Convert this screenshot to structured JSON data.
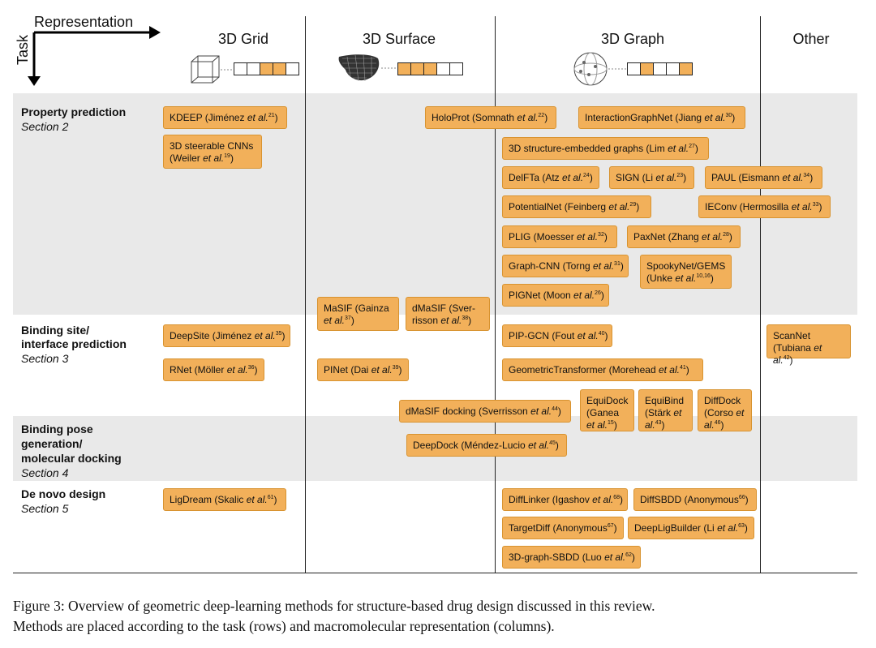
{
  "axis": {
    "representation": "Representation",
    "task": "Task"
  },
  "columns": {
    "grid": "3D Grid",
    "surface": "3D Surface",
    "graph": "3D Graph",
    "other": "Other"
  },
  "rows": {
    "property": {
      "title": "Property prediction",
      "section": "Section 2"
    },
    "binding_site": {
      "title1": "Binding site/",
      "title2": "interface prediction",
      "section": "Section 3"
    },
    "binding_pose": {
      "title1": "Binding pose",
      "title2": "generation/",
      "title3": "molecular docking",
      "section": "Section 4"
    },
    "denovo": {
      "title": "De novo design",
      "section": "Section 5"
    }
  },
  "methods": {
    "kdeep": {
      "name": "KDEEP (Jiménez ",
      "etal": "et al.",
      "ref": "21",
      "close": ")"
    },
    "steerable": {
      "name": "3D steerable CNNs (Weiler ",
      "etal": "et al.",
      "ref": "19",
      "close": ")"
    },
    "holoprot": {
      "name": "HoloProt (Somnath ",
      "etal": "et al.",
      "ref": "22",
      "close": ")"
    },
    "interactiongraphnet": {
      "name": "InteractionGraphNet (Jiang ",
      "etal": "et al.",
      "ref": "30",
      "close": ")"
    },
    "structgraphs": {
      "name": "3D structure-embedded graphs (Lim ",
      "etal": "et al.",
      "ref": "27",
      "close": ")"
    },
    "delfta": {
      "name": "DelFTa (Atz ",
      "etal": "et al.",
      "ref": "24",
      "close": ")"
    },
    "sign": {
      "name": "SIGN (Li ",
      "etal": "et al.",
      "ref": "23",
      "close": ")"
    },
    "paul": {
      "name": "PAUL (Eismann ",
      "etal": "et al.",
      "ref": "34",
      "close": ")"
    },
    "potentialnet": {
      "name": "PotentialNet (Feinberg ",
      "etal": "et al.",
      "ref": "29",
      "close": ")"
    },
    "ieconv": {
      "name": "IEConv (Hermosilla ",
      "etal": "et al.",
      "ref": "33",
      "close": ")"
    },
    "plig": {
      "name": "PLIG (Moesser ",
      "etal": "et al.",
      "ref": "32",
      "close": ")"
    },
    "paxnet": {
      "name": "PaxNet (Zhang ",
      "etal": "et al.",
      "ref": "28",
      "close": ")"
    },
    "graphcnn": {
      "name": "Graph-CNN (Torng ",
      "etal": "et al.",
      "ref": "31",
      "close": ")"
    },
    "spookynet": {
      "name": "SpookyNet/GEMS (Unke ",
      "etal": "et al.",
      "ref": "10,16",
      "close": ")"
    },
    "pignet": {
      "name": "PIGNet (Moon ",
      "etal": "et al.",
      "ref": "26",
      "close": ")"
    },
    "masif": {
      "name": "MaSIF (Gainza ",
      "etal": "et al.",
      "ref": "37",
      "close": ")"
    },
    "dmasif": {
      "name": "dMaSIF (Sver-risson ",
      "etal": "et al.",
      "ref": "38",
      "close": ")"
    },
    "deepsite": {
      "name": "DeepSite (Jiménez ",
      "etal": "et al.",
      "ref": "35",
      "close": ")"
    },
    "pipgcn": {
      "name": "PIP-GCN (Fout ",
      "etal": "et al.",
      "ref": "40",
      "close": ")"
    },
    "scannet": {
      "name": "ScanNet (Tubiana ",
      "etal": "et al.",
      "ref": "42",
      "close": ")"
    },
    "rnet": {
      "name": "RNet (Möller ",
      "etal": "et al.",
      "ref": "36",
      "close": ")"
    },
    "pinet": {
      "name": "PINet (Dai ",
      "etal": "et al.",
      "ref": "39",
      "close": ")"
    },
    "geomtransformer": {
      "name": "GeometricTransformer (Morehead ",
      "etal": "et al.",
      "ref": "41",
      "close": ")"
    },
    "dmasifdocking": {
      "name": "dMaSIF docking (Sverrisson ",
      "etal": "et al.",
      "ref": "44",
      "close": ")"
    },
    "equidock": {
      "name": "EquiDock (Ganea ",
      "etal": "et al.",
      "ref": "15",
      "close": ")"
    },
    "equibind": {
      "name": "EquiBind (Stärk ",
      "etal": "et al.",
      "ref": "43",
      "close": ")"
    },
    "diffdock": {
      "name": "DiffDock (Corso ",
      "etal": "et al.",
      "ref": "46",
      "close": ")"
    },
    "deepdock": {
      "name": "DeepDock (Méndez-Lucio ",
      "etal": "et al.",
      "ref": "45",
      "close": ")"
    },
    "ligdream": {
      "name": "LigDream (Skalic ",
      "etal": "et al.",
      "ref": "61",
      "close": ")"
    },
    "difflinker": {
      "name": "DiffLinker (Igashov ",
      "etal": "et al.",
      "ref": "68",
      "close": ")"
    },
    "diffsbdd": {
      "name": "DiffSBDD (Anonymous",
      "etal": "",
      "ref": "66",
      "close": ")"
    },
    "targetdiff": {
      "name": "TargetDiff (Anonymous",
      "etal": "",
      "ref": "67",
      "close": ")"
    },
    "deepligbuilder": {
      "name": "DeepLigBuilder (Li ",
      "etal": "et al.",
      "ref": "63",
      "close": ")"
    },
    "graphsbdd": {
      "name": "3D-graph-SBDD (Luo ",
      "etal": "et al.",
      "ref": "62",
      "close": ")"
    }
  },
  "caption": {
    "line1": "Figure 3: Overview of geometric deep-learning methods for structure-based drug design discussed in this review.",
    "line2": "Methods are placed according to the task (rows) and macromolecular representation (columns)."
  },
  "colors": {
    "box": "#f2b05a",
    "band": "#e9e9e9"
  }
}
